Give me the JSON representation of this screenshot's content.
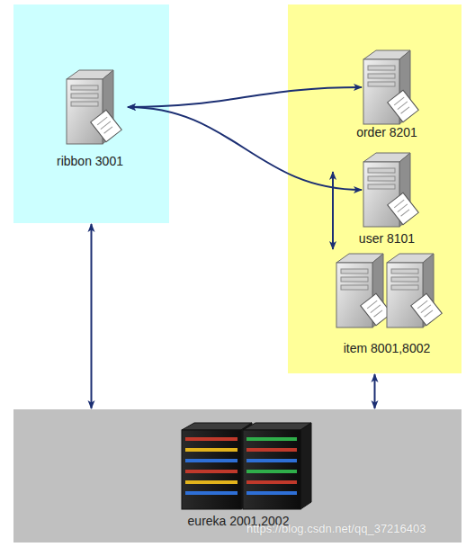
{
  "diagram": {
    "nodes": [
      {
        "text": []
      },
      {
        "text": [
          "ribbon 3001"
        ],
        "in": 0
      },
      {
        "text": []
      },
      {
        "text": [
          "order 8201"
        ],
        "in": 2
      },
      {
        "text": [
          "user 8101"
        ],
        "in": 2
      },
      {
        "text": [
          "item 8001,8002"
        ],
        "in": 2
      },
      {
        "text": [
          "eureka 2001,2002"
        ]
      }
    ],
    "edges": [
      {
        "from": 1,
        "to": 3,
        "arrow": "both"
      },
      {
        "from": 1,
        "to": 4,
        "arrow": "both"
      },
      {
        "from": 1,
        "to": 5,
        "arrow": "both"
      },
      {
        "from": 0,
        "to": 6,
        "arrow": "both"
      },
      {
        "from": 2,
        "to": 6,
        "arrow": "both"
      }
    ],
    "labels": [
      "https://blog.csdn.net/qq_37216403"
    ]
  }
}
